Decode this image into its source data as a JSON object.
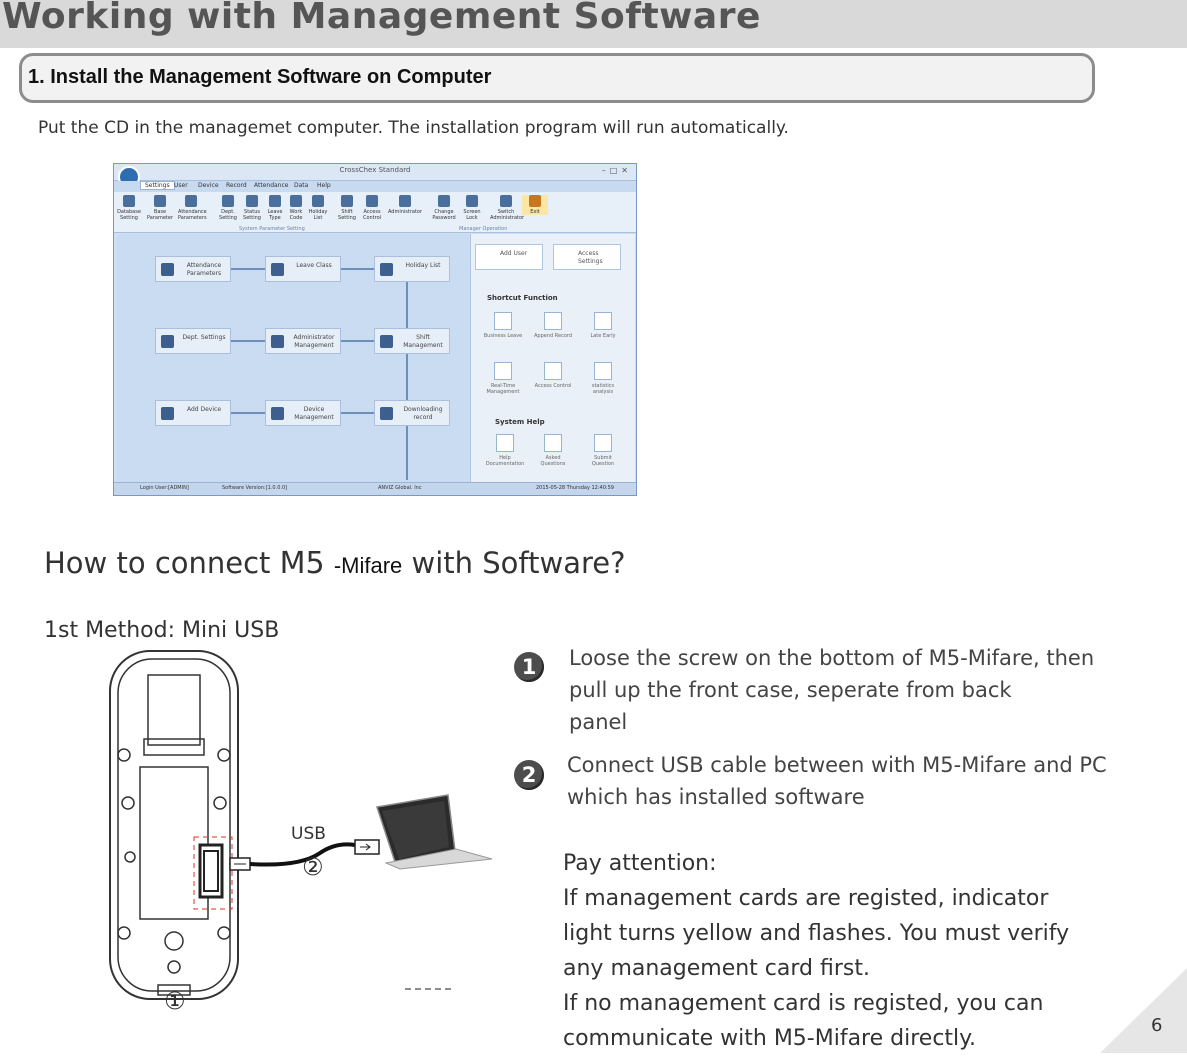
{
  "page": {
    "title": "Working with Management Software",
    "section_title": "1. Install the Management Software on Computer",
    "intro": "Put the CD in the managemet computer. The installation program will run automatically.",
    "page_number": "6"
  },
  "software": {
    "window_title": "CrossChex Standard",
    "menus": [
      "Settings",
      "User",
      "Device",
      "Record",
      "Attendance",
      "Data",
      "Help"
    ],
    "ribbon": [
      {
        "label": "Database Setting"
      },
      {
        "label": "Base Parameter"
      },
      {
        "label": "Attendance Parameters"
      },
      {
        "label": "Dept. Setting"
      },
      {
        "label": "Status Setting"
      },
      {
        "label": "Leave Type"
      },
      {
        "label": "Work Code"
      },
      {
        "label": "Holiday List"
      },
      {
        "label": "Shift Setting"
      },
      {
        "label": "Access Control"
      },
      {
        "label": "Administrator"
      },
      {
        "label": "Change Password"
      },
      {
        "label": "Screen Lock"
      },
      {
        "label": "Switch Administrator"
      },
      {
        "label": "Exit"
      }
    ],
    "ribbon_groups": [
      "System Parameter Setting",
      "Manager Operation"
    ],
    "flow_nodes": [
      {
        "label": "Attendance Parameters"
      },
      {
        "label": "Leave Class"
      },
      {
        "label": "Holiday List"
      },
      {
        "label": "Dept. Settings"
      },
      {
        "label": "Administrator Management"
      },
      {
        "label": "Shift Management"
      },
      {
        "label": "Add Device"
      },
      {
        "label": "Device Management"
      },
      {
        "label": "Downloading record"
      }
    ],
    "side_top": [
      {
        "label": "Add User"
      },
      {
        "label": "Access Settings"
      }
    ],
    "shortcut_heading": "Shortcut Function",
    "shortcuts": [
      {
        "label": "Business Leave"
      },
      {
        "label": "Append Record"
      },
      {
        "label": "Late Early"
      },
      {
        "label": "Real-Time Management"
      },
      {
        "label": "Access Control"
      },
      {
        "label": "statistics analysis"
      }
    ],
    "help_heading": "System Help",
    "help_items": [
      {
        "label": "Help Documentation"
      },
      {
        "label": "Asked Questions"
      },
      {
        "label": "Submit Question"
      }
    ],
    "status": {
      "login": "Login User:[ADMIN]",
      "version": "Software Version:[1.0.0.0]",
      "company": "ANVIZ Global. Inc",
      "datetime": "2015-05-28 Thursday 12:40:59"
    }
  },
  "connect": {
    "heading_pre": "How to connect",
    "heading_model": "M5",
    "heading_variant": "-Mifare",
    "heading_post": "with Software?",
    "method": "1st Method: Mini USB"
  },
  "diagram": {
    "usb_label": "USB",
    "marker_1": "①",
    "marker_2": "②"
  },
  "steps": [
    {
      "num": "1",
      "lines": [
        "Loose the screw on the bottom of M5-Mifare, then",
        "pull up the front case, seperate from back",
        "panel"
      ]
    },
    {
      "num": "2",
      "lines": [
        "Connect USB cable between with M5-Mifare and PC",
        "which has installed software"
      ]
    }
  ],
  "attention": [
    "Pay attention:",
    "If management cards are registed, indicator",
    "light turns yellow and flashes. You must verify",
    "any management card first.",
    "If no management card is registed, you can",
    "communicate with M5-Mifare directly."
  ]
}
